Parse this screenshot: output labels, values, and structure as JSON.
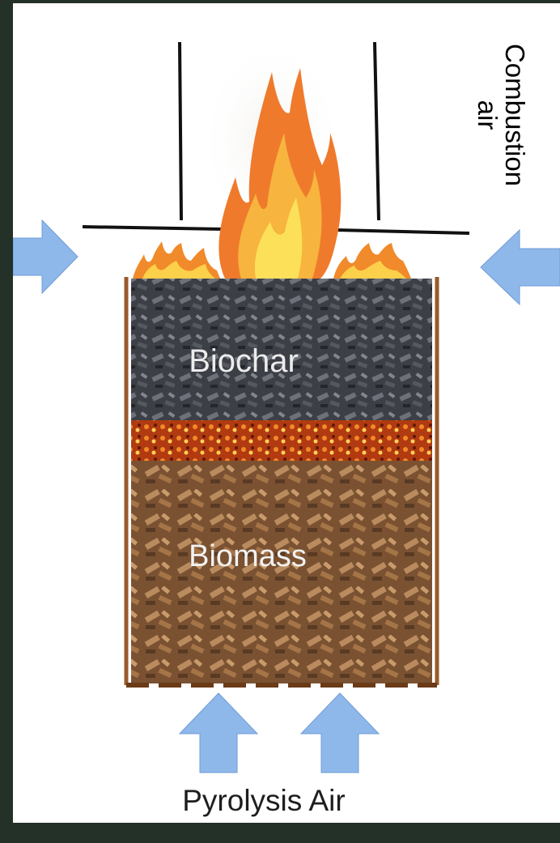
{
  "labels": {
    "combustion_line1": "Combustion",
    "combustion_line2": "air",
    "biochar": "Biochar",
    "biomass": "Biomass",
    "pyrolysis": "Pyrolysis Air"
  },
  "colors": {
    "frame": "#243129",
    "wall": "#9a5a2a",
    "biochar": "#3a3d44",
    "ember": "#d8541c",
    "biomass": "#8a5e38",
    "arrow": "#8fb8ea",
    "flame_outer": "#f0782a",
    "flame_inner": "#fde05a"
  },
  "icons": [
    "left-air-arrow-icon",
    "right-air-arrow-icon",
    "pyrolysis-arrow-icon",
    "flame-icon"
  ]
}
